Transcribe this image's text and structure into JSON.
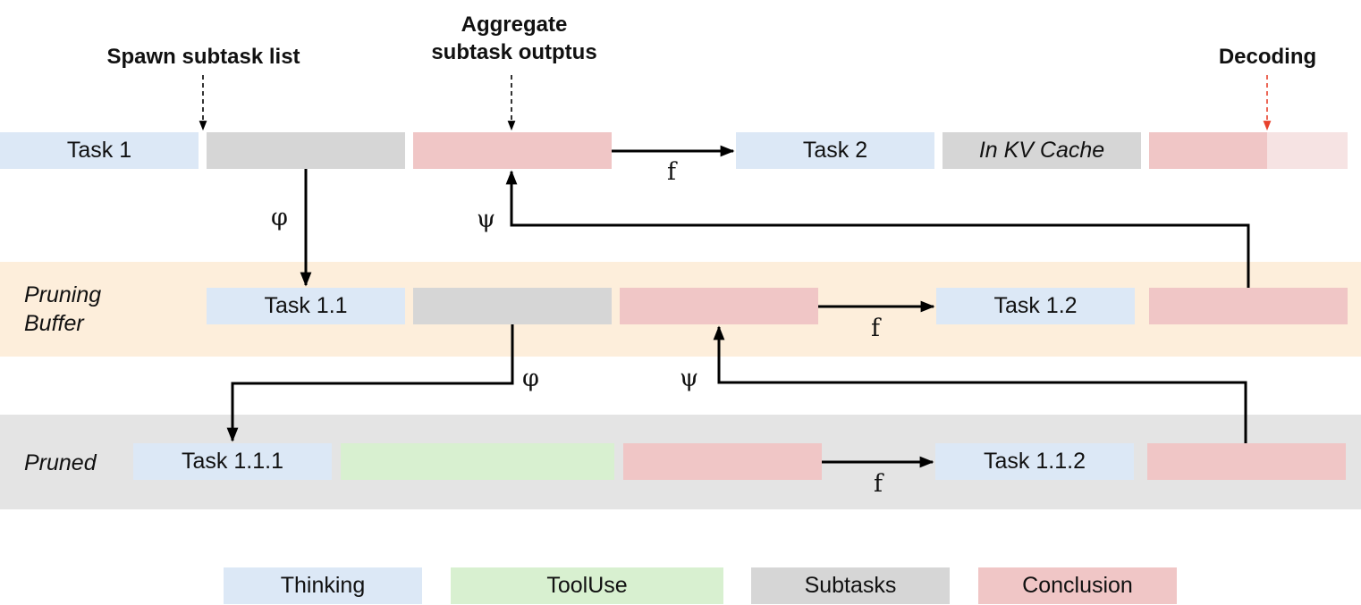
{
  "labels": {
    "spawn": "Spawn subtask list",
    "aggregate_line1": "Aggregate",
    "aggregate_line2": "subtask outptus",
    "decoding": "Decoding",
    "pruning_line1": "Pruning",
    "pruning_line2": "Buffer",
    "pruned": "Pruned"
  },
  "row1": {
    "task1": "Task 1",
    "task2": "Task 2",
    "kv_cache": "In KV Cache"
  },
  "row2": {
    "task11": "Task 1.1",
    "task12": "Task 1.2"
  },
  "row3": {
    "task111": "Task 1.1.1",
    "task112": "Task 1.1.2"
  },
  "symbols": {
    "f": "f",
    "phi": "φ",
    "psi": "ψ"
  },
  "legend": [
    "Thinking",
    "ToolUse",
    "Subtasks",
    "Conclusion"
  ],
  "colors": {
    "thinking": "#dce8f6",
    "tooluse": "#d8f0d0",
    "subtasks": "#d6d6d6",
    "conclusion": "#f0c6c6",
    "pruning_buffer": "#fdeedb",
    "pruned": "#e4e4e4",
    "decoding_arrow": "#e8412c"
  }
}
